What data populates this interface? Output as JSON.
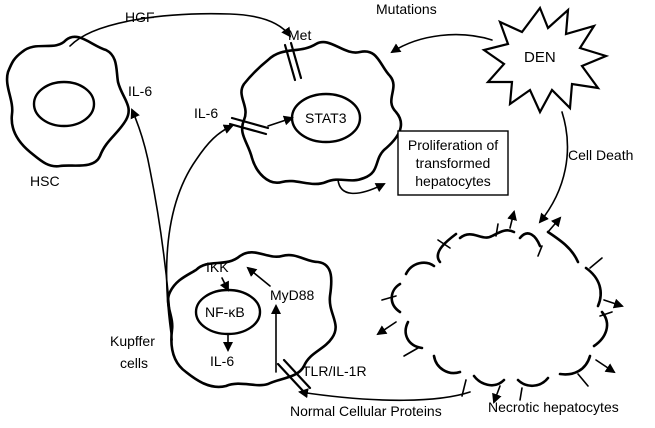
{
  "labels": {
    "hgf": "HGF",
    "met": "Met",
    "mutations": "Mutations",
    "den": "DEN",
    "il6_hsc": "IL-6",
    "il6_receptor": "IL-6",
    "stat3": "STAT3",
    "proliferation_line1": "Proliferation of",
    "proliferation_line2": "transformed",
    "proliferation_line3": "hepatocytes",
    "cell_death": "Cell Death",
    "hsc": "HSC",
    "ikk": "IKK",
    "myd88": "MyD88",
    "nfkb": "NF-κB",
    "il6_kupffer": "IL-6",
    "kupffer_line1": "Kupffer",
    "kupffer_line2": "cells",
    "tlr": "TLR/IL-1R",
    "normal_proteins": "Normal Cellular Proteins",
    "necrotic": "Necrotic hepatocytes"
  },
  "colors": {
    "stroke": "#000000",
    "background": "#ffffff"
  }
}
